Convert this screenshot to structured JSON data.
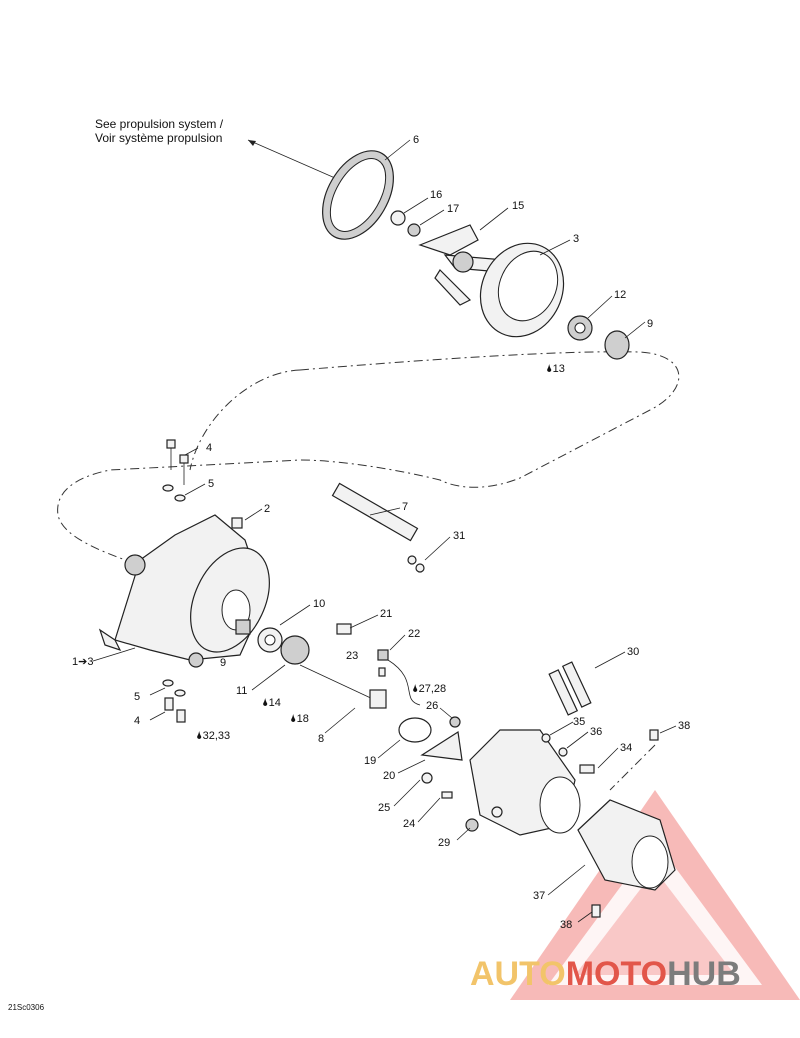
{
  "note": {
    "line1": "See propulsion system /",
    "line2": "Voir système propulsion"
  },
  "diagram_code": "21Sc0306",
  "callouts": [
    {
      "id": "c6",
      "text": "6"
    },
    {
      "id": "c16",
      "text": "16"
    },
    {
      "id": "c17",
      "text": "17"
    },
    {
      "id": "c15",
      "text": "15"
    },
    {
      "id": "c3",
      "text": "3"
    },
    {
      "id": "c12",
      "text": "12"
    },
    {
      "id": "c9a",
      "text": "9"
    },
    {
      "id": "c13",
      "text": "🌢13"
    },
    {
      "id": "c4a",
      "text": "4"
    },
    {
      "id": "c5a",
      "text": "5"
    },
    {
      "id": "c2",
      "text": "2"
    },
    {
      "id": "c7",
      "text": "7"
    },
    {
      "id": "c31",
      "text": "31"
    },
    {
      "id": "c10",
      "text": "10"
    },
    {
      "id": "c21",
      "text": "21"
    },
    {
      "id": "c22",
      "text": "22"
    },
    {
      "id": "c23",
      "text": "23"
    },
    {
      "id": "c1to3",
      "text": "1➔3"
    },
    {
      "id": "c9b",
      "text": "9"
    },
    {
      "id": "c11",
      "text": "11"
    },
    {
      "id": "c14",
      "text": "🌢14"
    },
    {
      "id": "c18",
      "text": "🌢18"
    },
    {
      "id": "c8",
      "text": "8"
    },
    {
      "id": "c5b",
      "text": "5"
    },
    {
      "id": "c4b",
      "text": "4"
    },
    {
      "id": "c3233",
      "text": "🌢32,33"
    },
    {
      "id": "c2728",
      "text": "🌢27,28"
    },
    {
      "id": "c26",
      "text": "26"
    },
    {
      "id": "c19",
      "text": "19"
    },
    {
      "id": "c20",
      "text": "20"
    },
    {
      "id": "c25",
      "text": "25"
    },
    {
      "id": "c24",
      "text": "24"
    },
    {
      "id": "c29",
      "text": "29"
    },
    {
      "id": "c30",
      "text": "30"
    },
    {
      "id": "c35",
      "text": "35"
    },
    {
      "id": "c36",
      "text": "36"
    },
    {
      "id": "c34",
      "text": "34"
    },
    {
      "id": "c38a",
      "text": "38"
    },
    {
      "id": "c37",
      "text": "37"
    },
    {
      "id": "c38b",
      "text": "38"
    }
  ],
  "watermark": {
    "part1": "AUTO",
    "part2": "MOTO",
    "part3": "HUB",
    "accent": "#e2564a",
    "secondary": "#f2c46a",
    "neutral": "#7c7c7c"
  }
}
